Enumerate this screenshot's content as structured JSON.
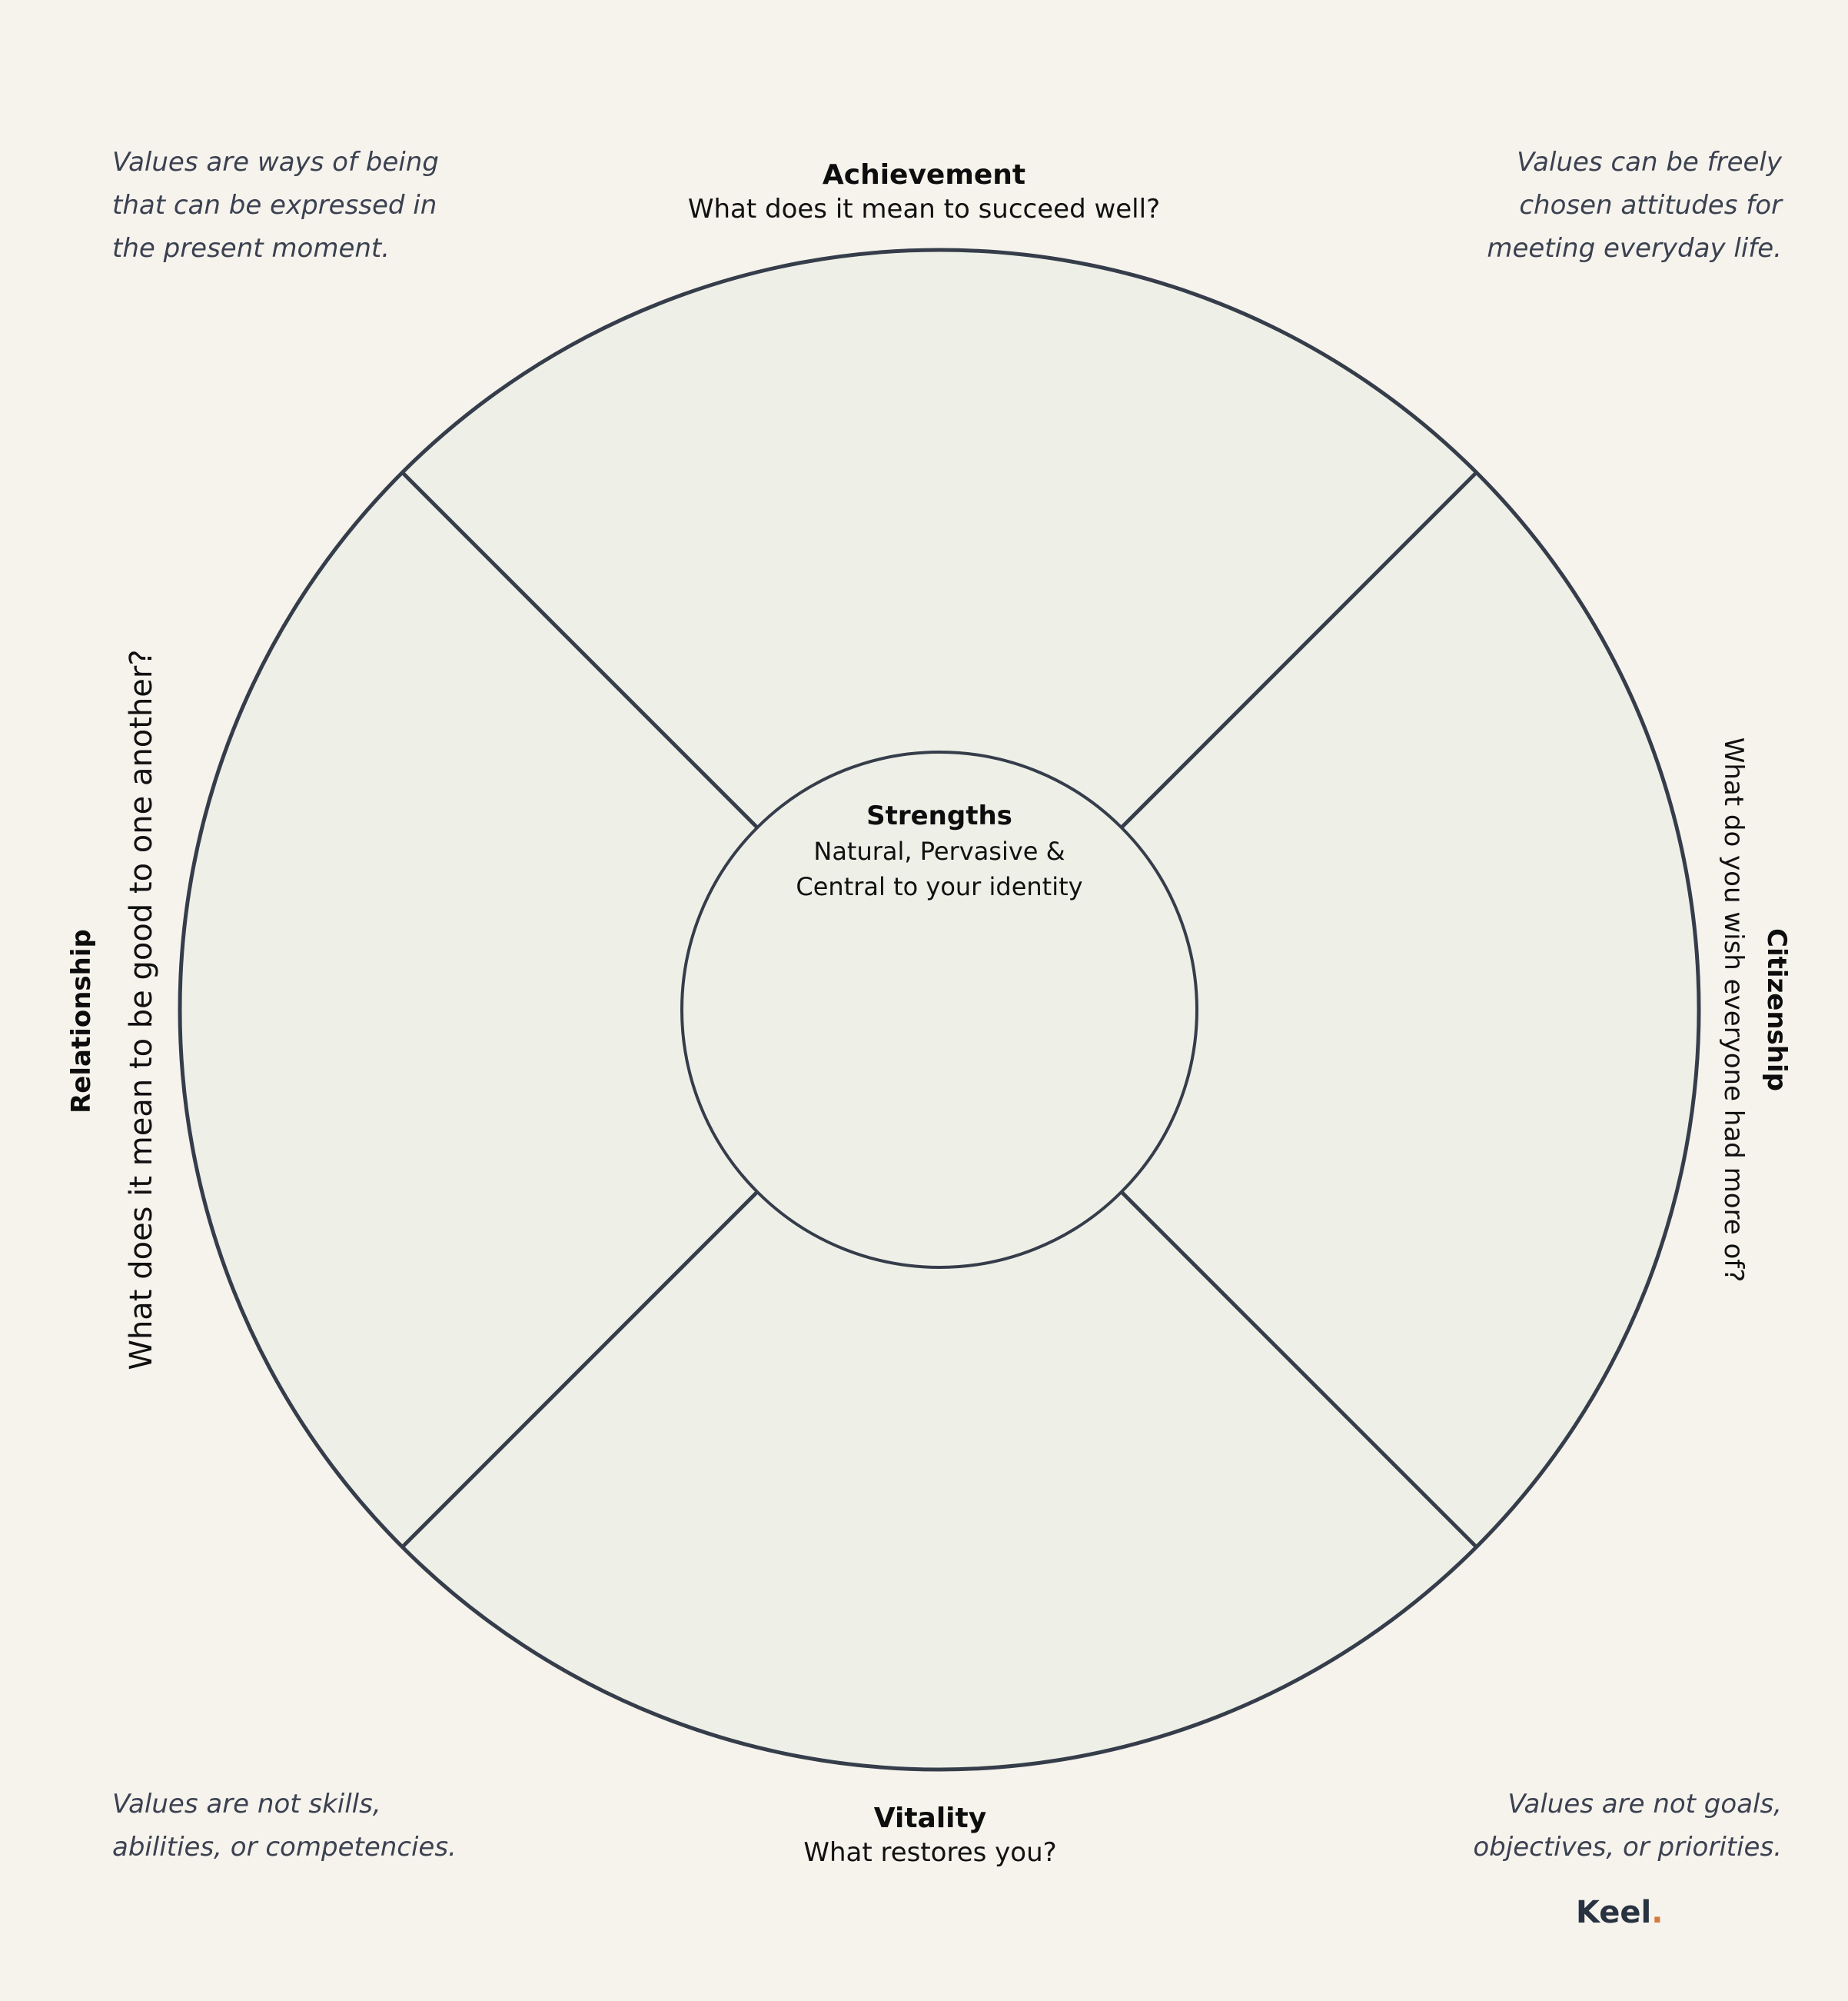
{
  "notes": {
    "top_left": "Values are ways of being\nthat can be expressed in\nthe present moment.",
    "top_right": "Values can be freely\nchosen attitudes for\nmeeting everyday life.",
    "bottom_left": "Values are not skills,\nabilities, or competencies.",
    "bottom_right": "Values are not goals,\nobjectives, or priorities."
  },
  "segments": {
    "achievement": {
      "title": "Achievement",
      "question": "What does it mean to succeed well?"
    },
    "vitality": {
      "title": "Vitality",
      "question": "What restores you?"
    },
    "relationship": {
      "title": "Relationship",
      "question": "What does it mean to be good to one another?"
    },
    "citizenship": {
      "title": "Citizenship",
      "question": "What do you wish everyone had more of?"
    }
  },
  "center": {
    "title": "Strengths",
    "subtitle": "Natural, Pervasive &\nCentral to your identity"
  },
  "colors": {
    "background": "#f6f3ed",
    "wheel_fill": "#eef0e8",
    "stroke": "#363d4a",
    "brand_dot": "#d4783e"
  },
  "logo": {
    "text": "Keel",
    "dot": "."
  }
}
